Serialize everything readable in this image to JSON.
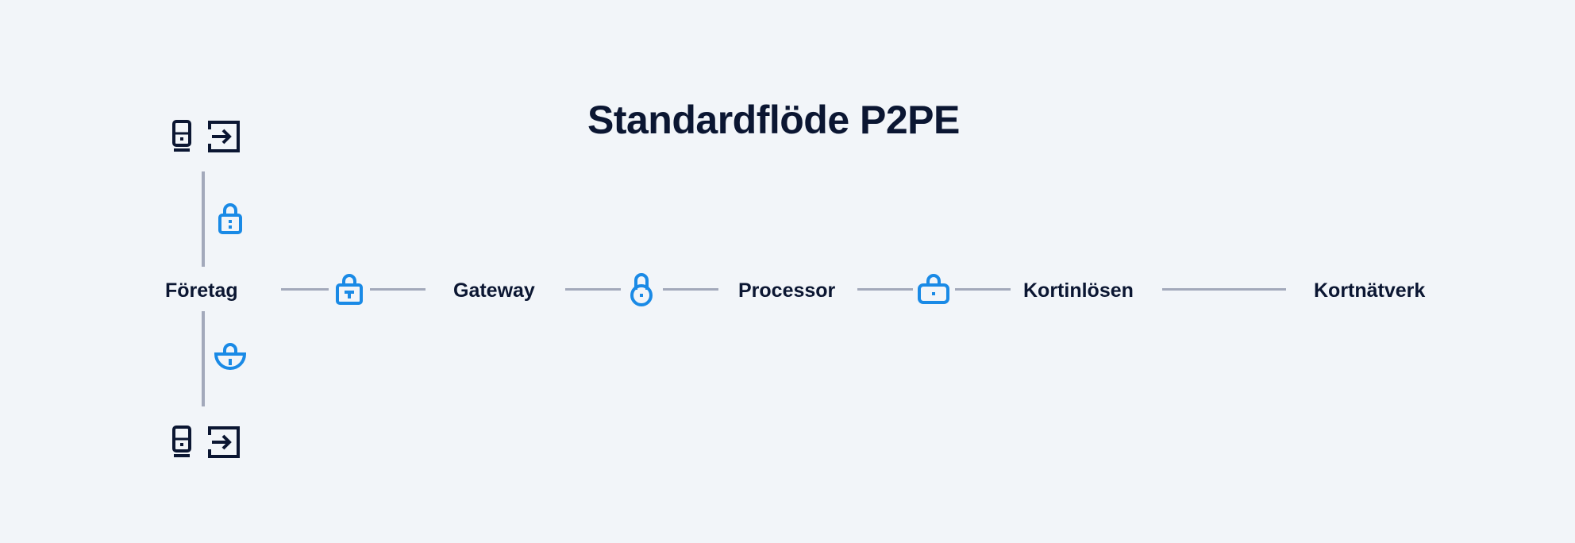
{
  "title": "Standardflöde P2PE",
  "nodes": {
    "foretag": "Företag",
    "gateway": "Gateway",
    "processor": "Processor",
    "kortinlosen": "Kortinlösen",
    "kortnatverk": "Kortnätverk"
  },
  "icons": {
    "top_terminal": "card-terminal-icon",
    "top_entry": "card-entry-icon",
    "bottom_terminal": "card-terminal-icon",
    "bottom_entry": "card-entry-icon",
    "lock_vertical_top": "padlock-icon",
    "lock_vertical_bottom": "padlock-icon",
    "lock_1": "padlock-icon",
    "lock_2": "padlock-icon",
    "lock_3": "padlock-icon"
  },
  "colors": {
    "text": "#0b1632",
    "line": "#a3a9bb",
    "lock": "#1a8ae6",
    "background": "#f2f5f9"
  }
}
